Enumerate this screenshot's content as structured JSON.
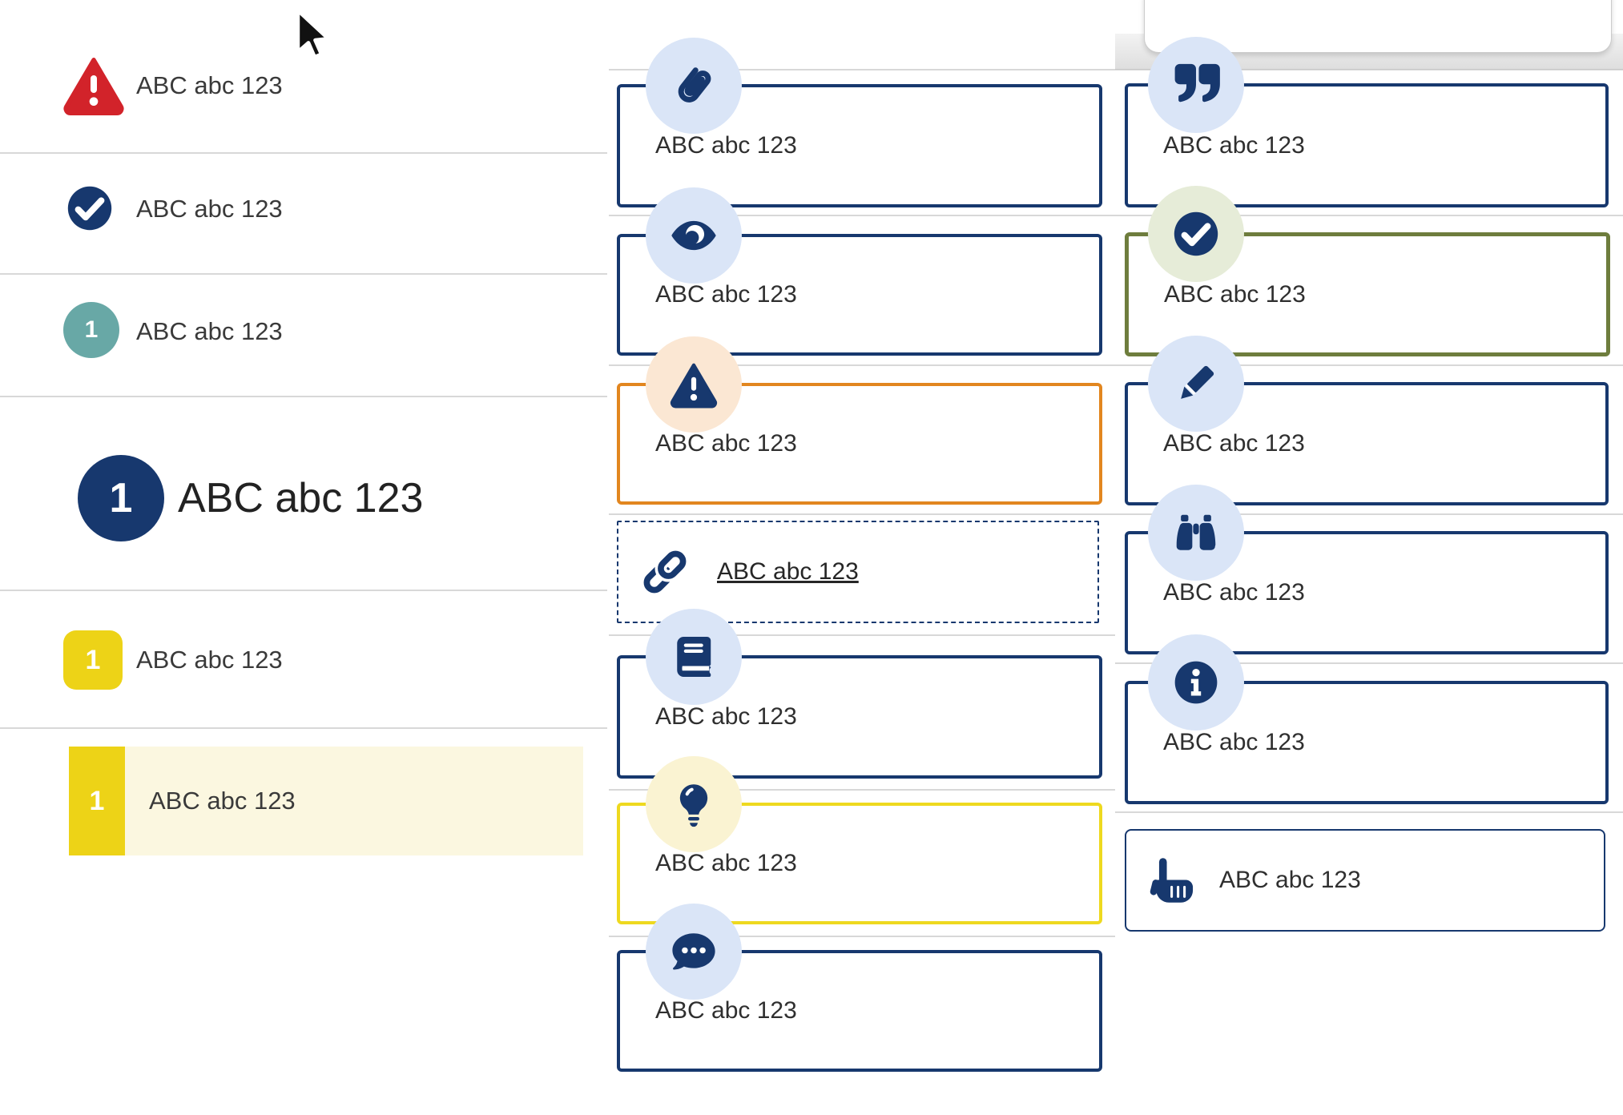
{
  "colors": {
    "navy": "#17386E",
    "red": "#D2232A",
    "teal": "#68A8A6",
    "yellow": "#EDD317",
    "orange": "#E2861F",
    "olive": "#6E7D3D",
    "pale_blue": "#DAE5F7",
    "pale_green": "#E6ECD8",
    "pale_yellow": "#FAF3D2",
    "peach": "#FBE7D3",
    "row_highlight": "#FBF7E0",
    "divider": "#D8D8D8",
    "text": "#3A3A3A"
  },
  "left_list": {
    "items": [
      {
        "label": "ABC abc 123",
        "icon": "warning-triangle-icon"
      },
      {
        "label": "ABC abc 123",
        "icon": "check-circle-icon"
      },
      {
        "label": "ABC abc 123",
        "badge": "1",
        "variant": "teal-circle"
      },
      {
        "label": "ABC abc 123",
        "badge": "1",
        "variant": "navy-circle-large"
      },
      {
        "label": "ABC abc 123",
        "badge": "1",
        "variant": "yellow-square"
      },
      {
        "label": "ABC abc 123",
        "badge": "1",
        "variant": "yellow-bar-highlighted"
      }
    ]
  },
  "middle_cards": [
    {
      "icon": "paperclip-icon",
      "label": "ABC abc 123",
      "style": "navy"
    },
    {
      "icon": "eye-icon",
      "label": "ABC abc 123",
      "style": "navy"
    },
    {
      "icon": "warning-icon",
      "label": "ABC abc 123",
      "style": "orange"
    },
    {
      "icon": "link-icon",
      "label": "ABC abc 123",
      "style": "dashed-link"
    },
    {
      "icon": "book-icon",
      "label": "ABC abc 123",
      "style": "navy"
    },
    {
      "icon": "lightbulb-icon",
      "label": "ABC abc 123",
      "style": "yellow"
    },
    {
      "icon": "chat-icon",
      "label": "ABC abc 123",
      "style": "navy"
    }
  ],
  "right_cards": [
    {
      "icon": "quote-icon",
      "label": "ABC abc 123",
      "style": "navy"
    },
    {
      "icon": "check-icon",
      "label": "ABC abc 123",
      "style": "olive-green"
    },
    {
      "icon": "pencil-icon",
      "label": "ABC abc 123",
      "style": "navy"
    },
    {
      "icon": "binoculars-icon",
      "label": "ABC abc 123",
      "style": "navy"
    },
    {
      "icon": "info-icon",
      "label": "ABC abc 123",
      "style": "navy"
    },
    {
      "icon": "hand-pointer-icon",
      "label": "ABC abc 123",
      "style": "navy-thin"
    }
  ]
}
